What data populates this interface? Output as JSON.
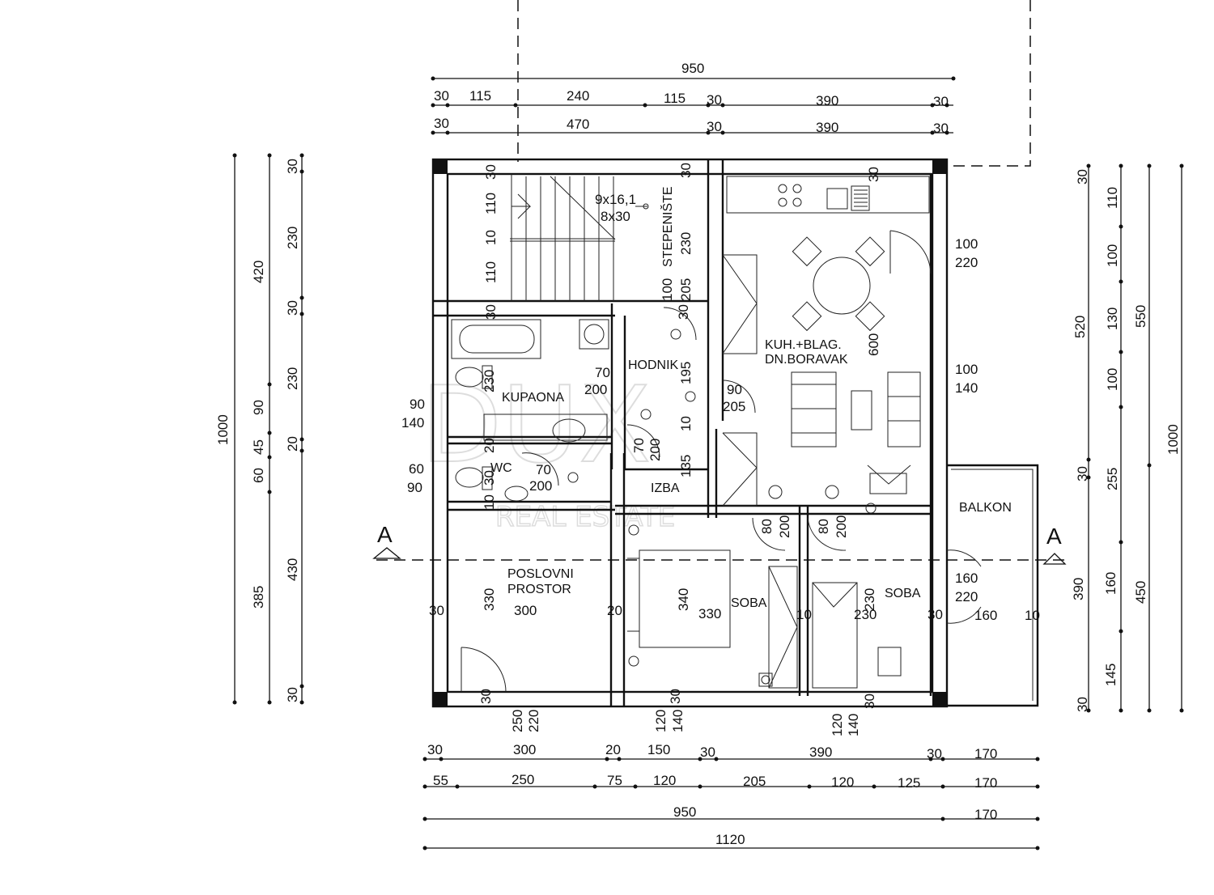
{
  "rooms": {
    "stepeniste": "STEPENIŠTE",
    "stairs_1": "9x16,1",
    "stairs_2": "8x30",
    "kuh_1": "KUH.+BLAG.",
    "kuh_2": "DN.BORAVAK",
    "hodnik": "HODNIK",
    "kupaona": "KUPAONA",
    "wc": "WC",
    "izba": "IZBA",
    "poslovni_1": "POSLOVNI",
    "poslovni_2": "PROSTOR",
    "soba_1": "SOBA",
    "soba_2": "SOBA",
    "balkon": "BALKON"
  },
  "section_marks": {
    "left": "A",
    "right": "A"
  },
  "watermark": {
    "logo": "DUX",
    "subtitle": "REAL ESTATE"
  },
  "top_dims": {
    "total": "950",
    "row1": [
      "30",
      "115",
      "240",
      "115",
      "30",
      "390",
      "30"
    ],
    "row2": [
      "30",
      "470",
      "30",
      "390",
      "30"
    ]
  },
  "bottom_dims": {
    "row1": [
      "30",
      "300",
      "20",
      "150",
      "30",
      "390",
      "30",
      "170"
    ],
    "row2": [
      "55",
      "250",
      "75",
      "120",
      "205",
      "120",
      "125",
      "170"
    ],
    "row3": [
      "950",
      "170"
    ],
    "row4": [
      "1120"
    ]
  },
  "left_dims": {
    "outer": "1000",
    "mid": [
      "420",
      "90",
      "45",
      "60",
      "385"
    ],
    "inner": [
      "30",
      "230",
      "30",
      "230",
      "20",
      "430",
      "30"
    ]
  },
  "right_dims": {
    "inner": [
      "30",
      "110",
      "100",
      "130",
      "100",
      "30",
      "390",
      "160",
      "145",
      "30"
    ],
    "mid": [
      "520",
      "255"
    ],
    "outer": [
      "550",
      "450"
    ],
    "total": "1000"
  },
  "openings": {
    "w_kuh_1a": "100",
    "w_kuh_1b": "220",
    "w_kuh_2a": "100",
    "w_kuh_2b": "140",
    "w_kup_a": "90",
    "w_kup_b": "140",
    "w_wc_a": "60",
    "w_wc_b": "90",
    "d_hod_a": "70",
    "d_hod_b": "200",
    "d_kuh_a": "90",
    "d_kuh_b": "205",
    "d_izba_a": "70",
    "d_izba_b": "200",
    "d_wc_a": "70",
    "d_wc_b": "200",
    "d_soba1_a": "80",
    "d_soba1_b": "200",
    "d_soba2_a": "80",
    "d_soba2_b": "200",
    "d_balkon_a": "160",
    "d_balkon_b": "220",
    "w_pos_a": "250",
    "w_pos_b": "220",
    "w_s1_a": "120",
    "w_s1_b": "140",
    "w_s2_a": "120",
    "w_s2_b": "140"
  },
  "inner_dims": {
    "st_30a": "30",
    "st_110a": "110",
    "st_10": "10",
    "st_110b": "110",
    "st_30b": "30",
    "st_30c": "30",
    "st_230": "230",
    "st_100": "100",
    "st_205": "205",
    "st_30d": "30",
    "k_30": "30",
    "k_600": "600",
    "kup_230": "230",
    "kup_20": "20",
    "wc_30": "30",
    "wc_10": "10",
    "h_195": "195",
    "h_10": "10",
    "iz_135": "135",
    "p_330": "330",
    "p_300": "300",
    "p_30": "30",
    "p_20": "20",
    "s1_340": "340",
    "s1_330": "330",
    "s1_10": "10",
    "s2_230a": "230",
    "s2_230b": "230",
    "b_30": "30",
    "b_160": "160",
    "b_10": "10",
    "bot_30a": "30",
    "bot_30b": "30",
    "bot_30c": "30"
  }
}
